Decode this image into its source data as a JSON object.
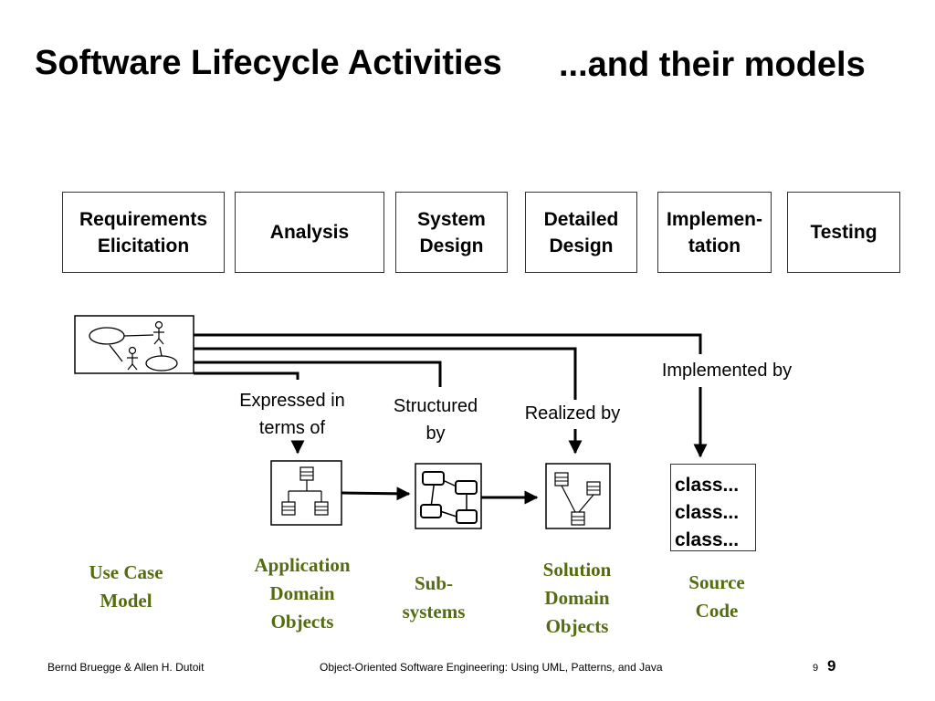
{
  "title": {
    "main": "Software Lifecycle Activities",
    "sub": "...and their models"
  },
  "activities": [
    {
      "label": "Requirements\nElicitation"
    },
    {
      "label": "Analysis"
    },
    {
      "label": "System\nDesign"
    },
    {
      "label": "Detailed\nDesign"
    },
    {
      "label": "Implemen-\ntation"
    },
    {
      "label": "Testing"
    }
  ],
  "relations": {
    "expressed": "Expressed in\nterms of",
    "structured": "Structured\nby",
    "realized": "Realized by",
    "implemented": "Implemented by"
  },
  "source_code_box": "class...\nclass...\nclass...",
  "models": {
    "use_case": "Use Case\nModel",
    "application_domain": "Application\nDomain\nObjects",
    "subsystems": "Sub-\nsystems",
    "solution_domain": "Solution\nDomain\nObjects",
    "source_code": "Source\nCode"
  },
  "colors": {
    "model_label": "#556b10"
  },
  "footer": {
    "authors": "Bernd Bruegge & Allen H. Dutoit",
    "book": "Object-Oriented Software Engineering: Using UML, Patterns, and Java",
    "page_small": "9",
    "page_big": "9"
  }
}
